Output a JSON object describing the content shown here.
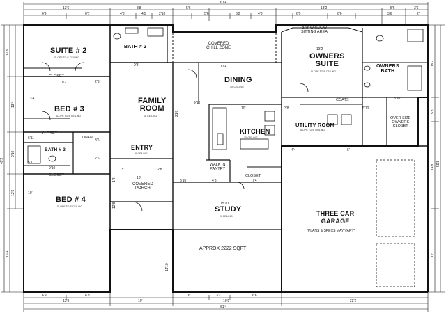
{
  "rooms": {
    "suite2": "SUITE # 2",
    "suite2_sub": "SLOPE TO 9' CEILING",
    "bath2": "BATH # 2",
    "covered_chill": "COVERED\nCHILL ZONE",
    "bay_window": "BAY WINDOW\nSITTING AREA",
    "owners_suite": "OWNERS\nSUITE",
    "owners_suite_sub": "SLOPE TO 9' CEILING",
    "owners_bath": "OWNERS\nBATH",
    "closet_upper_left": "CLOSET",
    "bed3": "BED # 3",
    "bed3_sub": "SLOPE TO 9' CEILING",
    "closet_bed3": "CLOSET",
    "linen": "LINEN",
    "bath3": "BATH # 3",
    "closet_bath3": "CLOSET",
    "family_room": "FAMILY\nROOM",
    "family_sub": "11' CEILING",
    "dining": "DINING",
    "dining_sub": "10' CEILING",
    "kitchen": "KITCHEN",
    "kitchen_sub": "10' CEILING",
    "walk_in_pantry": "WALK IN\nPANTRY",
    "closet_kitchen": "CLOSET",
    "coats": "COATS",
    "utility_room": "UTILITY ROOM",
    "utility_sub": "SLOPE TO 9' CEILING",
    "over_size_closet": "OVER SIZE\nOWNERS\nCLOSET",
    "entry": "ENTRY",
    "entry_sub": "9' CEILING",
    "covered_porch": "COVERED\nPORCH",
    "bed4": "BED # 4",
    "bed4_sub": "SLOPE TO 9' CEILING",
    "study": "STUDY",
    "study_sub": "9' CEILING",
    "garage": "THREE CAR\nGARAGE",
    "garage_note": "*PLANS & SPECS MAY VARY*",
    "approx_sqft": "APPROX 2222 SQFT"
  },
  "dims_top": {
    "overall": "61'4",
    "seg1": "13'6",
    "seg2": "8'8",
    "seg3": "5'6",
    "seg4": "13'2",
    "seg5": "5'6",
    "seg6": "3'6",
    "r2_1": "6'9",
    "r2_2": "6'7",
    "r2_3": "4'3",
    "r2_4": "4'5",
    "r2_5": "2'10",
    "r2_6": "5'6",
    "r2_7": "3'2",
    "r2_8": "4'8",
    "r2_9": "6'9",
    "r2_10": "6'6",
    "r2_11": "3'6",
    "r2_12": "2'"
  },
  "dims_bottom": {
    "r1_1": "6'9",
    "r1_2": "6'9",
    "r1_3": "6'",
    "r1_4": "3'2",
    "r1_5": "6'6",
    "r2_1": "13'6",
    "r2_2": "10'",
    "r2_3": "16'8",
    "r2_4": "22'2",
    "overall": "61'4"
  },
  "dims_left": {
    "overall": "49'2",
    "s1": "17'6",
    "s2": "13'4",
    "s3": "9'10",
    "s4": "12'6",
    "s5": "15'4"
  },
  "dims_right": {
    "overall": "59'8",
    "s1": "19'2",
    "s2": "5'8",
    "s3": "14'8",
    "s4": "12'"
  },
  "dims_inner": {
    "suite_w": "10'2",
    "bed3_w": "13'4",
    "bath3_w": "9'10",
    "bed4_w": "10'",
    "family_w": "21'6",
    "dining_w": "17'4",
    "owner_w": "13'2",
    "kitchen_w": "10'",
    "study_w": "15'10",
    "entry_w": "10'",
    "porch_w": "3'10",
    "pantry_w": "4'8",
    "closet_w": "7'4",
    "utility_h": "3'8",
    "coats_w": "6'10",
    "closet_o": "6'10",
    "s_9_8": "9'8",
    "s_2_3": "2'3",
    "s_5_11": "5'11",
    "s_6_11": "6'11",
    "s_4_4": "4'4",
    "s_6": "6'",
    "s_9_10": "9'10",
    "s_3": "3'",
    "s_2_8": "2'8",
    "s_11_10": "11'10",
    "s_12_8": "12'8",
    "s_1_8": "1'8",
    "s_3_6": "3'6",
    "s_2_6": "2'6"
  },
  "colors": {
    "line": "#111111",
    "dim": "#333333",
    "paper": "#ffffff"
  }
}
